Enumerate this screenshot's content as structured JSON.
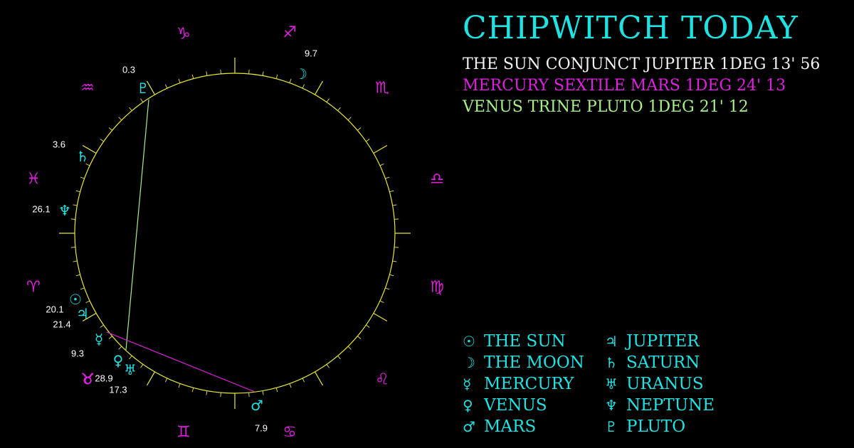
{
  "title": "CHIPWITCH TODAY",
  "aspects": [
    {
      "text": "THE SUN CONJUNCT JUPITER 1DEG 13' 56",
      "color": "#f2f2f2"
    },
    {
      "text": "MERCURY SEXTILE MARS 1DEG 24' 13",
      "color": "#e020e0"
    },
    {
      "text": "VENUS TRINE PLUTO 1DEG 21' 12",
      "color": "#a8f08a"
    }
  ],
  "colors": {
    "circle": "#e8e83a",
    "planet": "#1fe3e3",
    "sign": "#e020e0",
    "degree_text": "#ffffff",
    "sextile_line": "#e020e0",
    "trine_line": "#a8f08a",
    "background": "#000000"
  },
  "signs": [
    {
      "name": "capricorn",
      "glyph": "♑"
    },
    {
      "name": "sagittarius",
      "glyph": "♐"
    },
    {
      "name": "scorpio",
      "glyph": "♏"
    },
    {
      "name": "libra",
      "glyph": "♎"
    },
    {
      "name": "virgo",
      "glyph": "♍"
    },
    {
      "name": "leo",
      "glyph": "♌"
    },
    {
      "name": "cancer",
      "glyph": "♋"
    },
    {
      "name": "gemini",
      "glyph": "♊"
    },
    {
      "name": "taurus",
      "glyph": "♉"
    },
    {
      "name": "aries",
      "glyph": "♈"
    },
    {
      "name": "pisces",
      "glyph": "♓"
    },
    {
      "name": "aquarius",
      "glyph": "♒"
    }
  ],
  "planets": [
    {
      "name": "moon",
      "glyph": "☽",
      "degree": "9.7"
    },
    {
      "name": "pluto",
      "glyph": "♇",
      "degree": "0.3"
    },
    {
      "name": "saturn",
      "glyph": "♄",
      "degree": "3.6"
    },
    {
      "name": "neptune",
      "glyph": "♆",
      "degree": "26.1"
    },
    {
      "name": "sun",
      "glyph": "☉",
      "degree": "20.1"
    },
    {
      "name": "jupiter",
      "glyph": "♃",
      "degree": "21.4"
    },
    {
      "name": "mercury",
      "glyph": "☿",
      "degree": "9.3"
    },
    {
      "name": "venus",
      "glyph": "♀",
      "degree": ""
    },
    {
      "name": "uranus",
      "glyph": "♅",
      "degree": "17.3"
    },
    {
      "name": "mars",
      "glyph": "♂",
      "degree": "7.9"
    },
    {
      "name": "taurus-marker",
      "glyph": "♉",
      "degree": "28.9"
    }
  ],
  "legend": [
    {
      "glyph": "☉",
      "label": "THE SUN"
    },
    {
      "glyph": "☽",
      "label": "THE MOON"
    },
    {
      "glyph": "☿",
      "label": "MERCURY"
    },
    {
      "glyph": "♀",
      "label": "VENUS"
    },
    {
      "glyph": "♂",
      "label": "MARS"
    },
    {
      "glyph": "♃",
      "label": "JUPITER"
    },
    {
      "glyph": "♄",
      "label": "SATURN"
    },
    {
      "glyph": "♅",
      "label": "URANUS"
    },
    {
      "glyph": "♆",
      "label": "NEPTUNE"
    },
    {
      "glyph": "♇",
      "label": "PLUTO"
    }
  ]
}
